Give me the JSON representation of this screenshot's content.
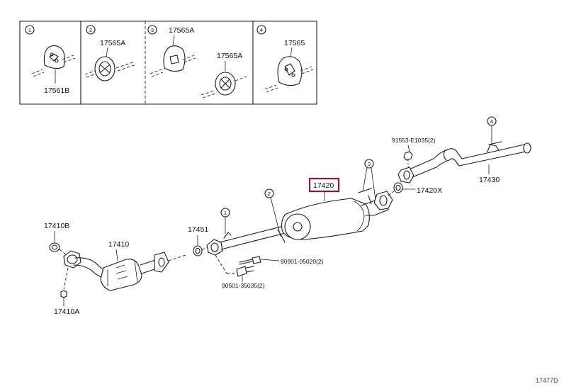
{
  "legend": {
    "panels": [
      {
        "number": "1",
        "parts": [
          "17561B"
        ]
      },
      {
        "number": "2",
        "parts": [
          "17565A"
        ]
      },
      {
        "number": "3",
        "parts": [
          "17565A",
          "17565A"
        ]
      },
      {
        "number": "4",
        "parts": [
          "17565"
        ]
      }
    ]
  },
  "parts": {
    "p17410B": "17410B",
    "p17410": "17410",
    "p17410A": "17410A",
    "p17451": "17451",
    "p17420": "17420",
    "p17420X": "17420X",
    "p17430": "17430",
    "bolt_91553": "91553-E1035(2)",
    "bolt_90901": "90901-05020(2)",
    "bolt_90501": "90501-35035(2)"
  },
  "callouts": [
    "1",
    "2",
    "3",
    "4"
  ],
  "highlight_color": "#8b1e3f",
  "reference": "17477D"
}
